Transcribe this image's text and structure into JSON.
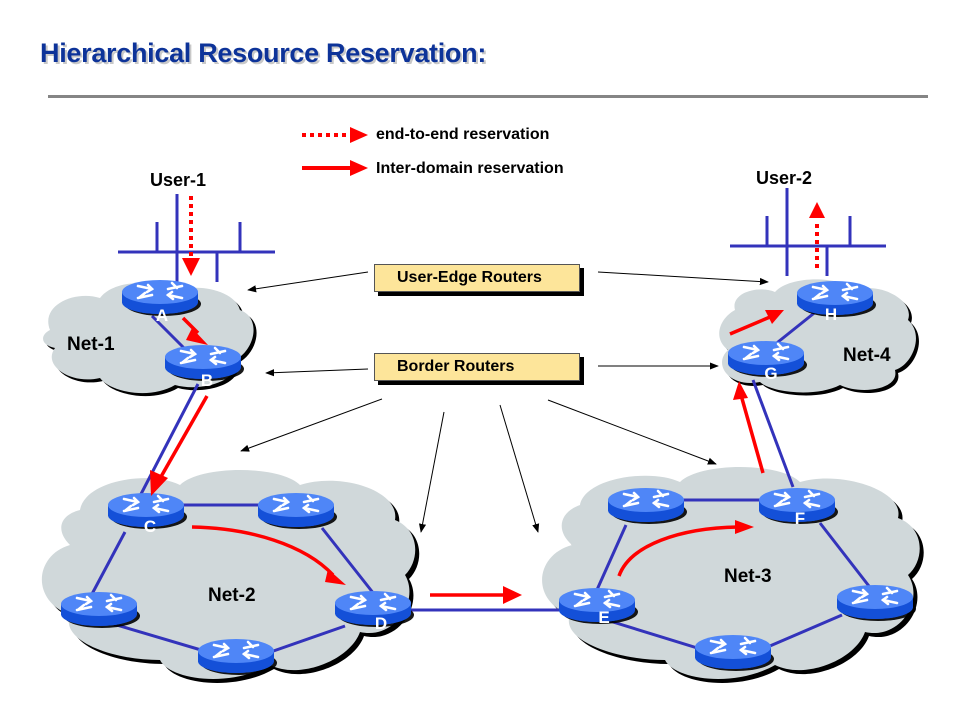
{
  "title": "Hierarchical Resource Reservation:",
  "legend": {
    "items": [
      {
        "label": "end-to-end reservation",
        "style": "dotted",
        "color": "#ff0000"
      },
      {
        "label": "Inter-domain reservation",
        "style": "solid",
        "color": "#ff0000"
      }
    ]
  },
  "callouts": {
    "user_edge": "User-Edge Routers",
    "border": "Border Routers"
  },
  "users": {
    "user1": "User-1",
    "user2": "User-2"
  },
  "networks": [
    {
      "id": "net1",
      "label": "Net-1"
    },
    {
      "id": "net2",
      "label": "Net-2"
    },
    {
      "id": "net3",
      "label": "Net-3"
    },
    {
      "id": "net4",
      "label": "Net-4"
    }
  ],
  "routers": [
    {
      "id": "A",
      "label": "A",
      "network": "Net-1",
      "role": "user-edge"
    },
    {
      "id": "B",
      "label": "B",
      "network": "Net-1",
      "role": "border"
    },
    {
      "id": "C",
      "label": "C",
      "network": "Net-2",
      "role": "border"
    },
    {
      "id": "n2r2",
      "label": "",
      "network": "Net-2",
      "role": "internal"
    },
    {
      "id": "D",
      "label": "D",
      "network": "Net-2",
      "role": "border"
    },
    {
      "id": "n2r4",
      "label": "",
      "network": "Net-2",
      "role": "internal"
    },
    {
      "id": "n2r5",
      "label": "",
      "network": "Net-2",
      "role": "internal"
    },
    {
      "id": "E",
      "label": "E",
      "network": "Net-3",
      "role": "border"
    },
    {
      "id": "n3r2",
      "label": "",
      "network": "Net-3",
      "role": "internal"
    },
    {
      "id": "F",
      "label": "F",
      "network": "Net-3",
      "role": "border"
    },
    {
      "id": "n3r4",
      "label": "",
      "network": "Net-3",
      "role": "internal"
    },
    {
      "id": "n3r5",
      "label": "",
      "network": "Net-3",
      "role": "internal"
    },
    {
      "id": "G",
      "label": "G",
      "network": "Net-4",
      "role": "border"
    },
    {
      "id": "H",
      "label": "H",
      "network": "Net-4",
      "role": "user-edge"
    }
  ],
  "colors": {
    "title": "#0d3399",
    "link": "#3333bb",
    "reservation": "#ff0000",
    "cloud": "#d0d8da",
    "router_top": "#4f86f7",
    "router_side": "#1450d8",
    "callout_bg": "#fde59a"
  }
}
